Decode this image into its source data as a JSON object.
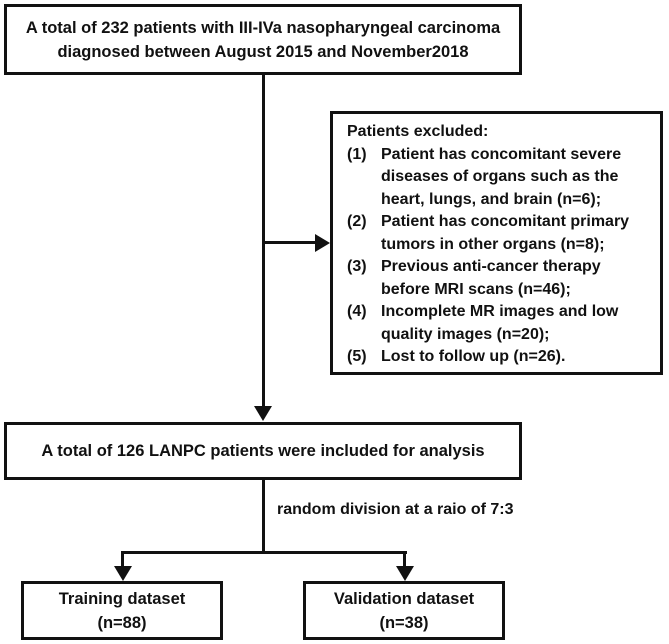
{
  "flowchart": {
    "colors": {
      "line": "#111111",
      "background": "#ffffff",
      "text": "#111111"
    },
    "top_box": {
      "line1": "A total of 232 patients with III-IVa nasopharyngeal carcinoma",
      "line2": "diagnosed between August 2015 and November2018"
    },
    "excluded_box": {
      "title": "Patients excluded:",
      "items": [
        {
          "num": "(1)",
          "text": "Patient has concomitant severe diseases of organs such as the heart, lungs, and brain (n=6);"
        },
        {
          "num": "(2)",
          "text": "Patient has concomitant primary tumors in other organs (n=8);"
        },
        {
          "num": "(3)",
          "text": "Previous anti-cancer therapy before MRI scans (n=46);"
        },
        {
          "num": "(4)",
          "text": "Incomplete MR images and low quality images (n=20);"
        },
        {
          "num": "(5)",
          "text": "Lost to follow up (n=26)."
        }
      ]
    },
    "included_box": {
      "text": "A total of 126 LANPC patients were included for analysis"
    },
    "division_label": "random division at a raio of 7:3",
    "training_box": {
      "line1": "Training dataset",
      "line2": "(n=88)"
    },
    "validation_box": {
      "line1": "Validation dataset",
      "line2": "(n=38)"
    }
  }
}
